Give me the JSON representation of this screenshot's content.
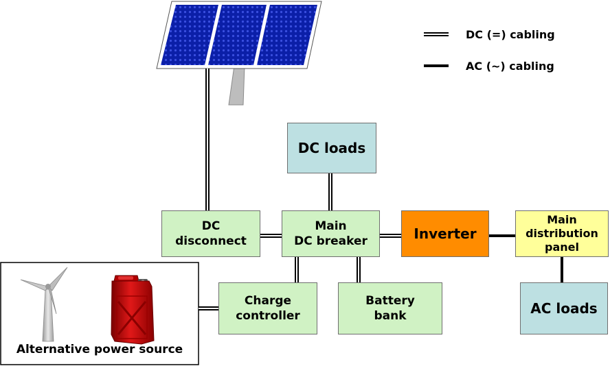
{
  "legend": {
    "dc": {
      "label": "DC (=) cabling"
    },
    "ac": {
      "label": "AC (~) cabling"
    }
  },
  "nodes": {
    "dc_loads": {
      "label": "DC loads",
      "fill": "#bde0e2"
    },
    "dc_disconnect": {
      "label": "DC\ndisconnect",
      "fill": "#d0f2c4"
    },
    "main_dc_breaker": {
      "label": "Main\nDC breaker",
      "fill": "#d0f2c4"
    },
    "inverter": {
      "label": "Inverter",
      "fill": "#ff8c00"
    },
    "main_distribution_panel": {
      "label": "Main\ndistribution\npanel",
      "fill": "#ffff9a"
    },
    "charge_controller": {
      "label": "Charge\ncontroller",
      "fill": "#d0f2c4"
    },
    "battery_bank": {
      "label": "Battery\nbank",
      "fill": "#d0f2c4"
    },
    "ac_loads": {
      "label": "AC loads",
      "fill": "#bde0e2"
    },
    "alternative_power_source": {
      "label": "Alternative power source"
    }
  },
  "icons": {
    "solar_panel": "solar-panel-icon",
    "wind_turbine": "wind-turbine-icon",
    "fuel_can": "fuel-can-icon"
  },
  "colors": {
    "solar_cell": "#0b1fa8",
    "solar_frame": "#ffffff",
    "panel_post": "#bdbdbd",
    "cable": "#000000"
  }
}
